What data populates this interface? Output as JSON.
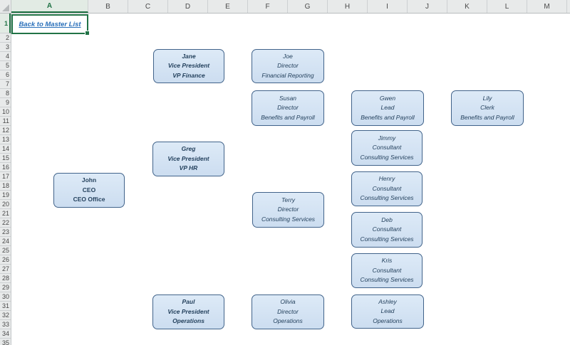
{
  "a1_link": {
    "text": "Back to Master List",
    "cell": "A1"
  },
  "grid": {
    "column_headers": [
      "A",
      "B",
      "C",
      "D",
      "E",
      "F",
      "G",
      "H",
      "I",
      "J",
      "K",
      "L",
      "M"
    ],
    "row_headers": [
      "1",
      "2",
      "3",
      "4",
      "5",
      "6",
      "7",
      "8",
      "9",
      "10",
      "11",
      "12",
      "13",
      "14",
      "15",
      "16",
      "17",
      "18",
      "19",
      "20",
      "21",
      "22",
      "23",
      "24",
      "25",
      "26",
      "27",
      "28",
      "29",
      "30",
      "31",
      "32",
      "33",
      "34",
      "35"
    ],
    "selected_column": "A",
    "selected_row": "1"
  },
  "org_chart": {
    "nodes": [
      {
        "id": "john",
        "name": "John",
        "title": "CEO",
        "dept": "CEO Office",
        "style": "bold"
      },
      {
        "id": "jane",
        "name": "Jane",
        "title": "Vice President",
        "dept": "VP Finance",
        "style": "bold_italic"
      },
      {
        "id": "joe",
        "name": "Joe",
        "title": "Director",
        "dept": "Financial Reporting",
        "style": "italic"
      },
      {
        "id": "greg",
        "name": "Greg",
        "title": "Vice President",
        "dept": "VP HR",
        "style": "bold_italic"
      },
      {
        "id": "susan",
        "name": "Susan",
        "title": "Director",
        "dept": "Benefits and Payroll",
        "style": "italic"
      },
      {
        "id": "gwen",
        "name": "Gwen",
        "title": "Lead",
        "dept": "Benefits and Payroll",
        "style": "italic"
      },
      {
        "id": "lily",
        "name": "Lily",
        "title": "Clerk",
        "dept": "Benefits and Payroll",
        "style": "italic"
      },
      {
        "id": "terry",
        "name": "Terry",
        "title": "Director",
        "dept": "Consulting Services",
        "style": "italic"
      },
      {
        "id": "jimmy",
        "name": "Jimmy",
        "title": "Consultant",
        "dept": "Consulting Services",
        "style": "italic"
      },
      {
        "id": "henry",
        "name": "Henry",
        "title": "Consultant",
        "dept": "Consulting Services",
        "style": "italic"
      },
      {
        "id": "deb",
        "name": "Deb",
        "title": "Consultant",
        "dept": "Consulting Services",
        "style": "italic"
      },
      {
        "id": "kris",
        "name": "Kris",
        "title": "Consultant",
        "dept": "Consulting Services",
        "style": "italic"
      },
      {
        "id": "paul",
        "name": "Paul",
        "title": "Vice President",
        "dept": "Operations",
        "style": "bold_italic"
      },
      {
        "id": "olivia",
        "name": "Olivia",
        "title": "Director",
        "dept": "Operations",
        "style": "italic"
      },
      {
        "id": "ashley",
        "name": "Ashley",
        "title": "Lead",
        "dept": "Operations",
        "style": "italic"
      }
    ],
    "edges": [
      [
        "john",
        "jane"
      ],
      [
        "john",
        "greg"
      ],
      [
        "john",
        "paul"
      ],
      [
        "jane",
        "joe"
      ],
      [
        "greg",
        "susan"
      ],
      [
        "greg",
        "terry"
      ],
      [
        "susan",
        "gwen"
      ],
      [
        "gwen",
        "lily"
      ],
      [
        "terry",
        "jimmy"
      ],
      [
        "terry",
        "henry"
      ],
      [
        "terry",
        "deb"
      ],
      [
        "terry",
        "kris"
      ],
      [
        "paul",
        "olivia"
      ],
      [
        "olivia",
        "ashley"
      ]
    ]
  },
  "colors": {
    "selection_green": "#217346",
    "link_blue": "#2a70ba",
    "node_fill": "#d5e4f4",
    "node_border": "#41638a",
    "node_text": "#24415d",
    "connector": "#9bbcdb",
    "header_bg": "#e8eaea"
  }
}
